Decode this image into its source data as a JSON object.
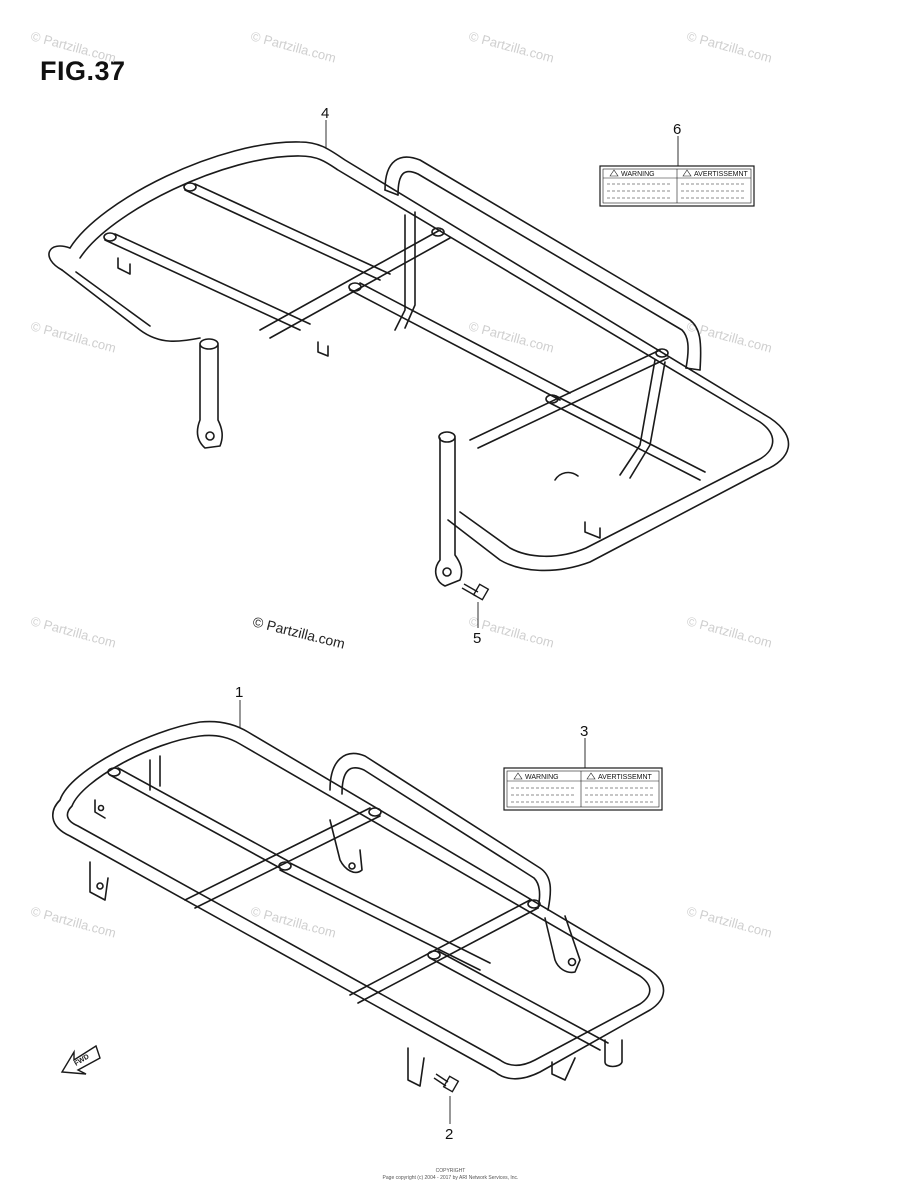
{
  "figure": {
    "title": "FIG.37"
  },
  "callouts": {
    "c1": "1",
    "c2": "2",
    "c3": "3",
    "c4": "4",
    "c5": "5",
    "c6": "6"
  },
  "warning_label": {
    "left": "WARNING",
    "right": "AVERTISSEMNT"
  },
  "copyright": "© Partzilla.com",
  "watermark": "© Partzilla.com",
  "fwd_arrow": "FWD",
  "footer": {
    "line1": "COPYRIGHT",
    "line2": "Page copyright (c) 2004 - 2017 by ARI Network Services, Inc."
  },
  "colors": {
    "line": "#1a1a1a",
    "watermark": "#cfcfcf"
  }
}
